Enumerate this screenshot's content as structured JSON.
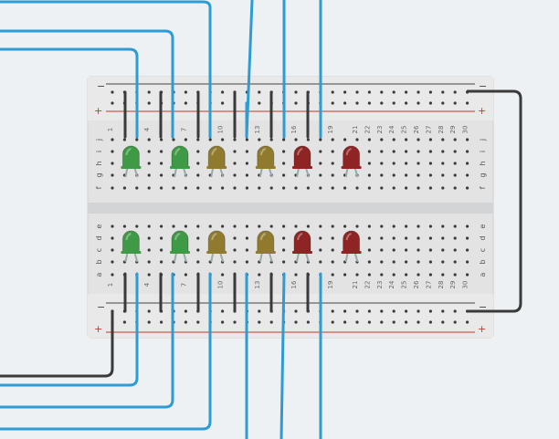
{
  "app": {
    "canvas_label": "Breadboard circuit"
  },
  "breadboard": {
    "columns": [
      "1",
      "2",
      "3",
      "4",
      "5",
      "6",
      "7",
      "8",
      "9",
      "10",
      "11",
      "12",
      "13",
      "14",
      "15",
      "16",
      "17",
      "18",
      "19",
      "20",
      "21",
      "22",
      "23",
      "24",
      "25",
      "26",
      "27",
      "28",
      "29",
      "30"
    ],
    "printed_columns": [
      "1",
      "4",
      "7",
      "10",
      "13",
      "16",
      "19",
      "21",
      "22",
      "23",
      "24",
      "25",
      "26",
      "27",
      "28",
      "29",
      "30"
    ],
    "top_row_letters": [
      "j",
      "i",
      "h",
      "g",
      "f"
    ],
    "bottom_row_letters": [
      "e",
      "d",
      "c",
      "b",
      "a"
    ],
    "rail_minus": "−",
    "rail_plus": "+"
  },
  "leds": {
    "top": [
      {
        "id": "led-top-1",
        "color": "green",
        "hex": "#3f9a46",
        "col": 2
      },
      {
        "id": "led-top-2",
        "color": "green",
        "hex": "#3f9a46",
        "col": 6
      },
      {
        "id": "led-top-3",
        "color": "yellow",
        "hex": "#8f7a2e",
        "col": 9
      },
      {
        "id": "led-top-4",
        "color": "yellow",
        "hex": "#8f7a2e",
        "col": 13
      },
      {
        "id": "led-top-5",
        "color": "red",
        "hex": "#8f2424",
        "col": 16
      },
      {
        "id": "led-top-6",
        "color": "red",
        "hex": "#8f2424",
        "col": 20
      }
    ],
    "bottom": [
      {
        "id": "led-bot-1",
        "color": "green",
        "hex": "#3f9a46",
        "col": 2
      },
      {
        "id": "led-bot-2",
        "color": "green",
        "hex": "#3f9a46",
        "col": 6
      },
      {
        "id": "led-bot-3",
        "color": "yellow",
        "hex": "#8f7a2e",
        "col": 9
      },
      {
        "id": "led-bot-4",
        "color": "yellow",
        "hex": "#8f7a2e",
        "col": 13
      },
      {
        "id": "led-bot-5",
        "color": "red",
        "hex": "#8f2424",
        "col": 16
      },
      {
        "id": "led-bot-6",
        "color": "red",
        "hex": "#8f2424",
        "col": 20
      }
    ]
  },
  "colors": {
    "wire_blue": "#2e9cd4",
    "wire_dark": "#3a3a3a",
    "rail_red": "#c0392b",
    "board": "#e6e6e6",
    "hole": "#3b3b3b"
  }
}
